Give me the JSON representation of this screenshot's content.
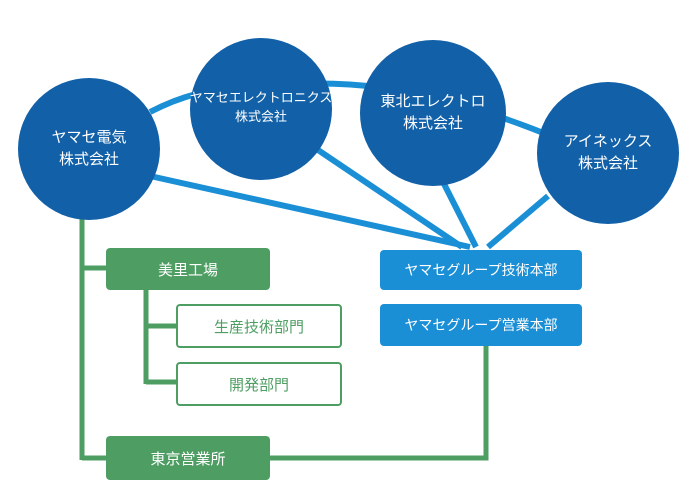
{
  "colors": {
    "circle": "#1160a8",
    "line_blue": "#1a8fd6",
    "green": "#4e9e63",
    "box_blue": "#1a8fd6"
  },
  "companies": [
    {
      "line1": "ヤマセ電気",
      "line2": "株式会社"
    },
    {
      "line1": "ヤマセエレクトロニクス",
      "line2": "株式会社"
    },
    {
      "line1": "東北エレクトロ",
      "line2": "株式会社"
    },
    {
      "line1": "アイネックス",
      "line2": "株式会社"
    }
  ],
  "divisions": {
    "misato_factory": "美里工場",
    "production_tech": "生産技術部門",
    "development": "開発部門",
    "tokyo_office": "東京営業所"
  },
  "group": {
    "tech_hq": "ヤマセグループ技術本部",
    "sales_hq": "ヤマセグループ営業本部"
  }
}
